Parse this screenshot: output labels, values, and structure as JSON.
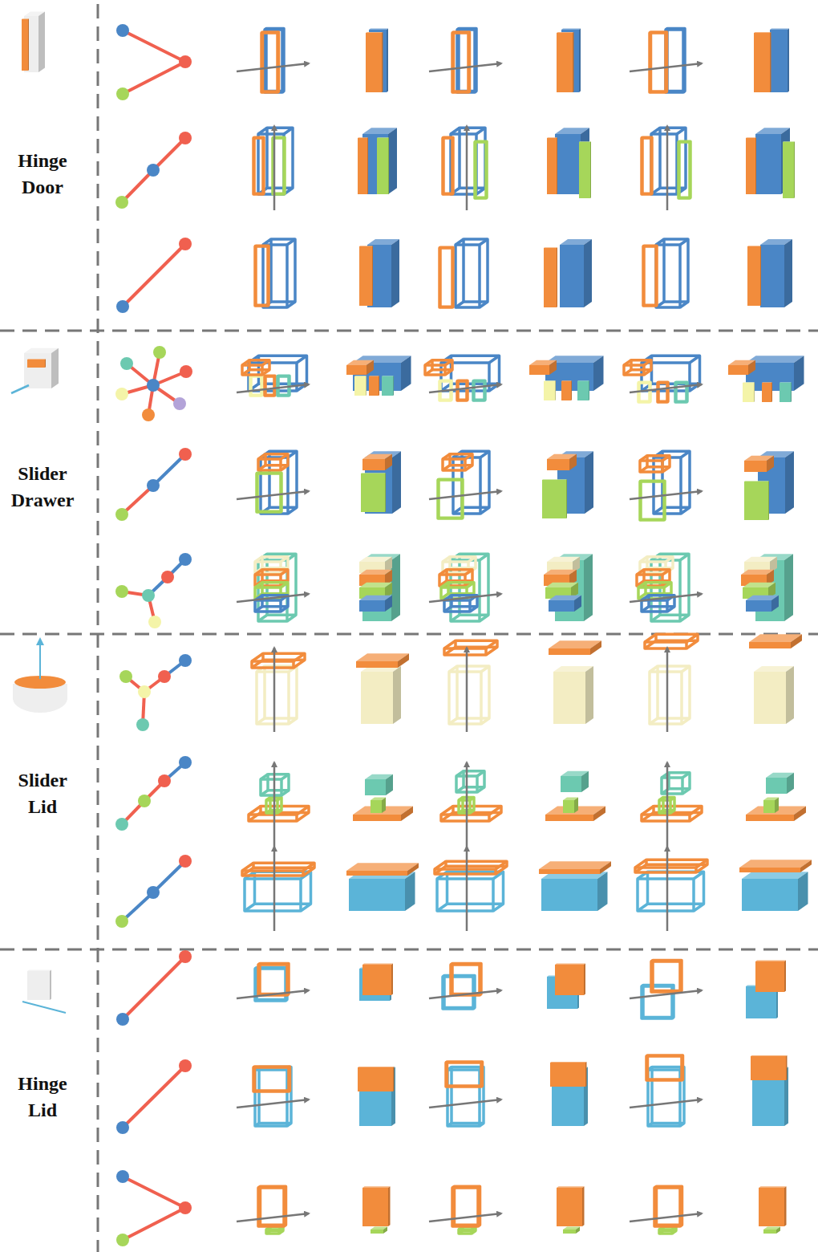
{
  "diagram": {
    "labels": [
      "Hinge Door",
      "Slider Drawer",
      "Slider Lid",
      "Hinge Lid"
    ]
  }
}
